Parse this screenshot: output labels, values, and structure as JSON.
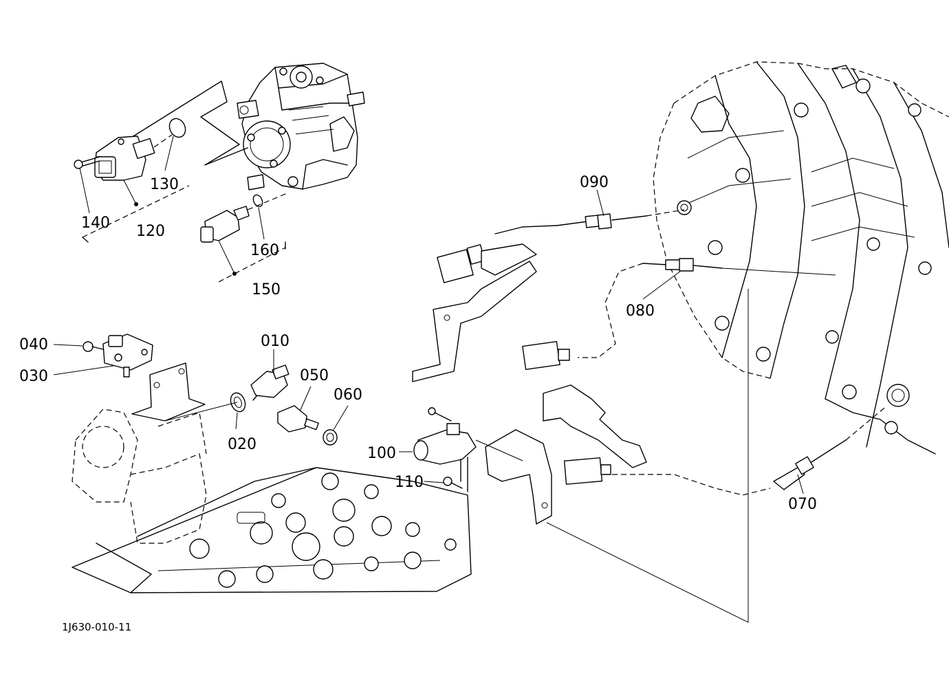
{
  "diagram_code": "1J630-010-11",
  "callouts": [
    {
      "id": "010",
      "text": "010"
    },
    {
      "id": "020",
      "text": "020"
    },
    {
      "id": "030",
      "text": "030"
    },
    {
      "id": "040",
      "text": "040"
    },
    {
      "id": "050",
      "text": "050"
    },
    {
      "id": "060",
      "text": "060"
    },
    {
      "id": "070",
      "text": "070"
    },
    {
      "id": "080",
      "text": "080"
    },
    {
      "id": "090",
      "text": "090"
    },
    {
      "id": "100",
      "text": "100"
    },
    {
      "id": "110",
      "text": "110"
    },
    {
      "id": "120",
      "text": "120"
    },
    {
      "id": "130",
      "text": "130"
    },
    {
      "id": "140",
      "text": "140"
    },
    {
      "id": "150",
      "text": "150"
    },
    {
      "id": "160",
      "text": "160"
    }
  ]
}
